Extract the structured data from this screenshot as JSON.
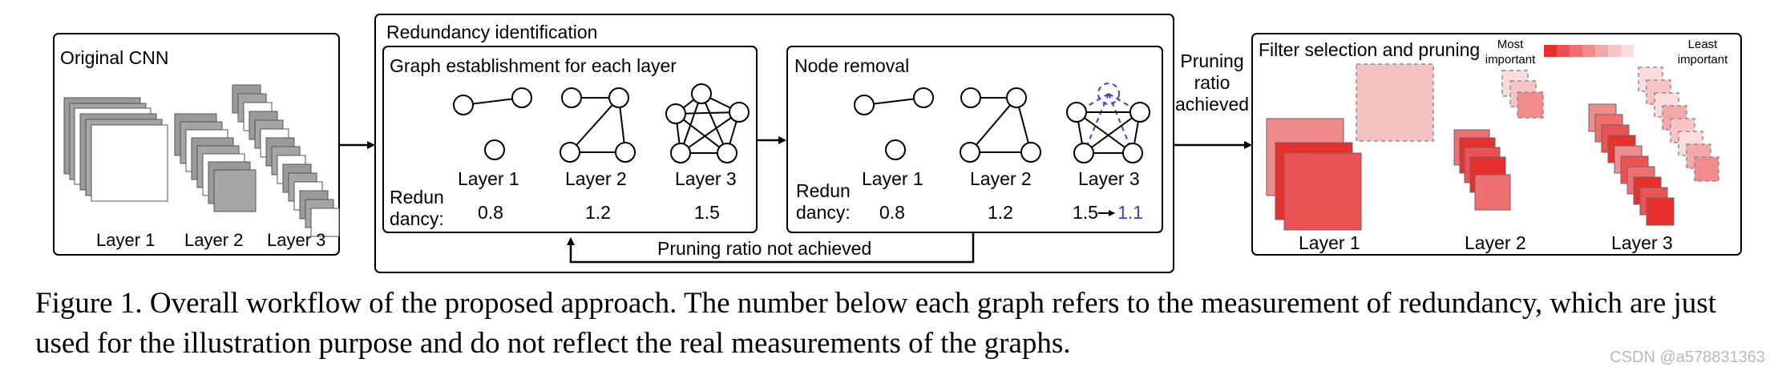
{
  "panels": {
    "original": {
      "title": "Original CNN",
      "layers": [
        "Layer 1",
        "Layer 2",
        "Layer 3"
      ]
    },
    "redundancy": {
      "title": "Redundancy identification",
      "graph": {
        "title": "Graph establishment for each layer",
        "row_label": [
          "Redun",
          "dancy:"
        ],
        "layers": [
          "Layer 1",
          "Layer 2",
          "Layer 3"
        ],
        "values": [
          "0.8",
          "1.2",
          "1.5"
        ]
      },
      "removal": {
        "title": "Node removal",
        "row_label": [
          "Redun",
          "dancy:"
        ],
        "layers": [
          "Layer 1",
          "Layer 2",
          "Layer 3"
        ],
        "values": [
          "0.8",
          "1.2",
          "1.5"
        ],
        "new_value": "1.1",
        "highlight_color": "#3f3fd6"
      },
      "loop_label": "Pruning ratio not achieved"
    },
    "achieved": [
      "Pruning",
      "ratio",
      "achieved"
    ],
    "selection": {
      "title": "Filter selection and pruning",
      "legend_most": [
        "Most",
        "important"
      ],
      "legend_least": [
        "Least",
        "important"
      ],
      "layers": [
        "Layer 1",
        "Layer 2",
        "Layer 3"
      ],
      "gradient": [
        "#e8312f",
        "#ec5254",
        "#ef6f70",
        "#f28b8c",
        "#f5a8a9",
        "#f8c3c4",
        "#fbdcdd"
      ]
    }
  },
  "caption": "Figure 1. Overall workflow of the proposed approach. The number below each graph refers to the measurement of redundancy, which are just used for the illustration purpose and do not reflect the real measurements of the graphs.",
  "watermark": "CSDN @a578831363"
}
